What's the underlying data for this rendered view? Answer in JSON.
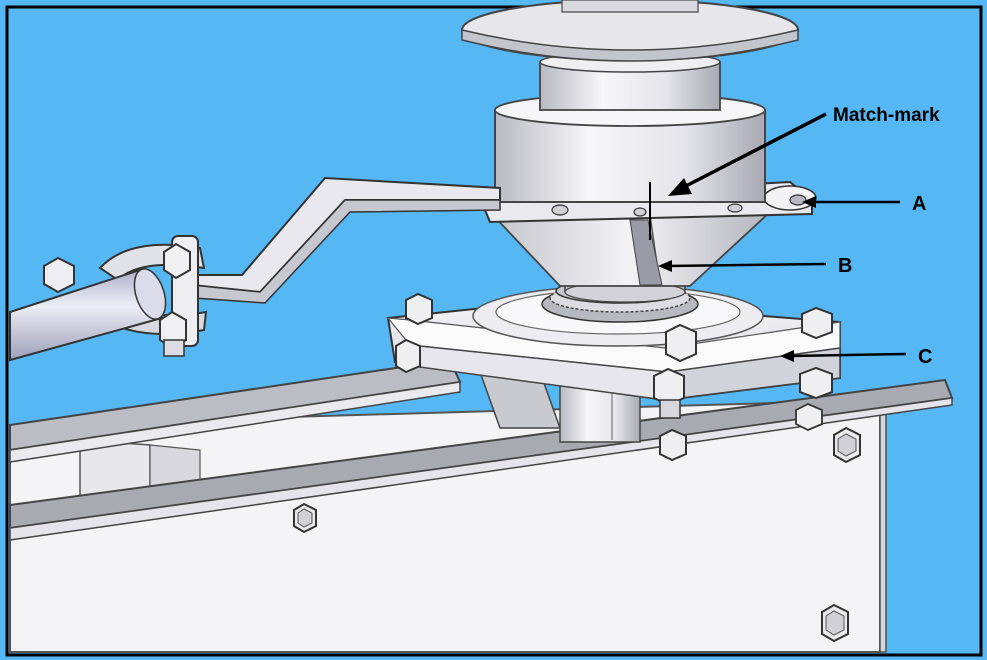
{
  "colors": {
    "background": "#55b8f5",
    "frame": "#000000",
    "metal_light": "#f2f2f4",
    "metal_mid": "#d6d6dc",
    "metal_dark": "#9a9aa4",
    "outline": "#4a4a55",
    "callout_text": "#000000"
  },
  "callouts": {
    "match_mark": "Match-mark",
    "a": "A",
    "b": "B",
    "c": "C"
  },
  "icons": [
    "hex-bolt-icon",
    "arrow-icon"
  ]
}
